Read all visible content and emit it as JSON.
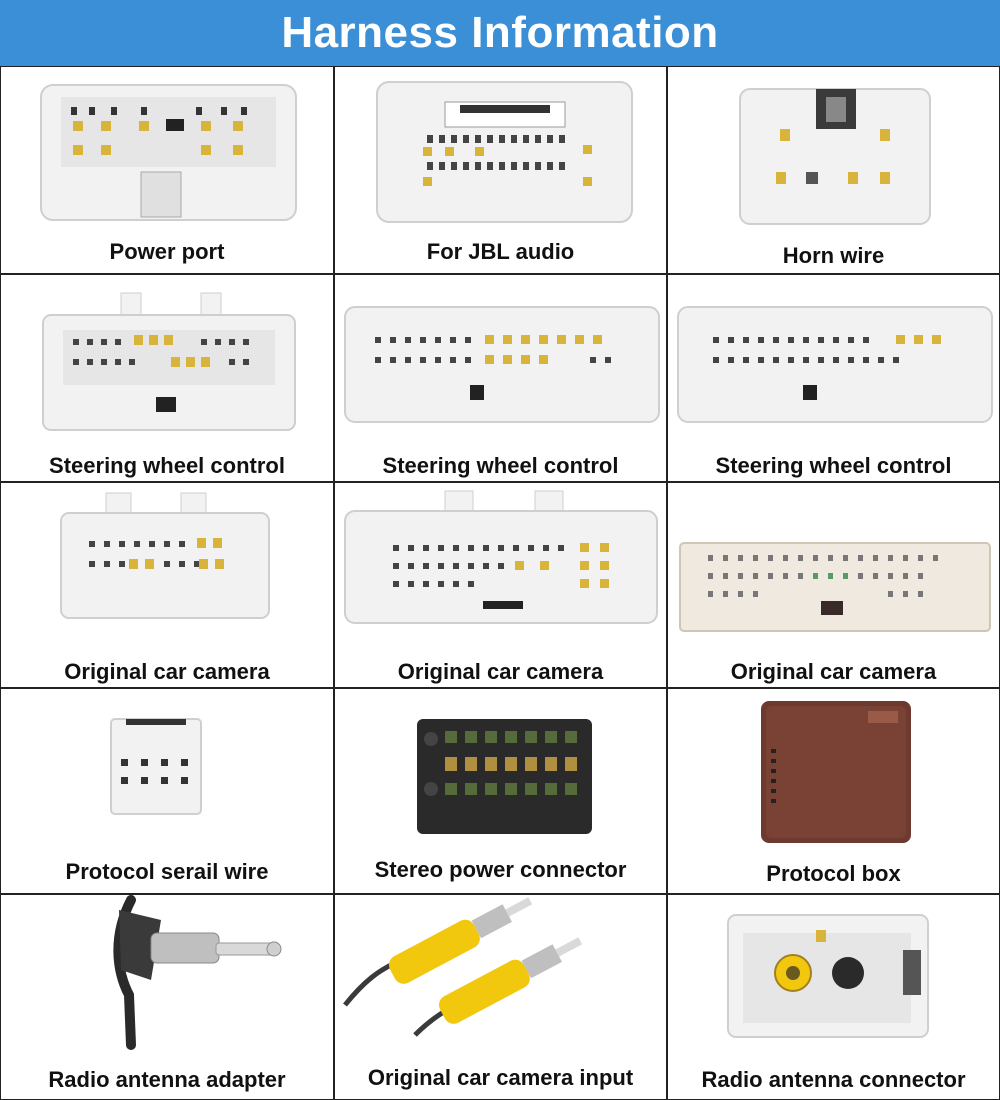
{
  "header": {
    "title": "Harness Information"
  },
  "items": [
    {
      "label": "Power port",
      "icon": "power-port-connector-icon"
    },
    {
      "label": "For JBL audio",
      "icon": "jbl-audio-connector-icon"
    },
    {
      "label": "Horn wire",
      "icon": "horn-wire-connector-icon"
    },
    {
      "label": "Steering wheel control",
      "icon": "steering-wheel-connector-icon"
    },
    {
      "label": "Steering wheel control",
      "icon": "steering-wheel-connector-icon"
    },
    {
      "label": "Steering wheel control",
      "icon": "steering-wheel-connector-icon"
    },
    {
      "label": "Original car camera",
      "icon": "camera-connector-icon"
    },
    {
      "label": "Original car camera",
      "icon": "camera-connector-icon"
    },
    {
      "label": "Original car camera",
      "icon": "camera-connector-icon"
    },
    {
      "label": "Protocol serail wire",
      "icon": "serial-wire-connector-icon"
    },
    {
      "label": "Stereo power connector",
      "icon": "stereo-power-connector-icon"
    },
    {
      "label": "Protocol box",
      "icon": "protocol-box-icon"
    },
    {
      "label": "Radio antenna adapter",
      "icon": "antenna-adapter-icon"
    },
    {
      "label": "Original car camera input",
      "icon": "rca-cable-icon"
    },
    {
      "label": "Radio antenna connector",
      "icon": "antenna-connector-icon"
    }
  ],
  "colors": {
    "banner": "#3a8fd6",
    "connector_body": "#f2f2f2",
    "pin_gold": "#d9b43a",
    "rca_yellow": "#f2c80f"
  }
}
